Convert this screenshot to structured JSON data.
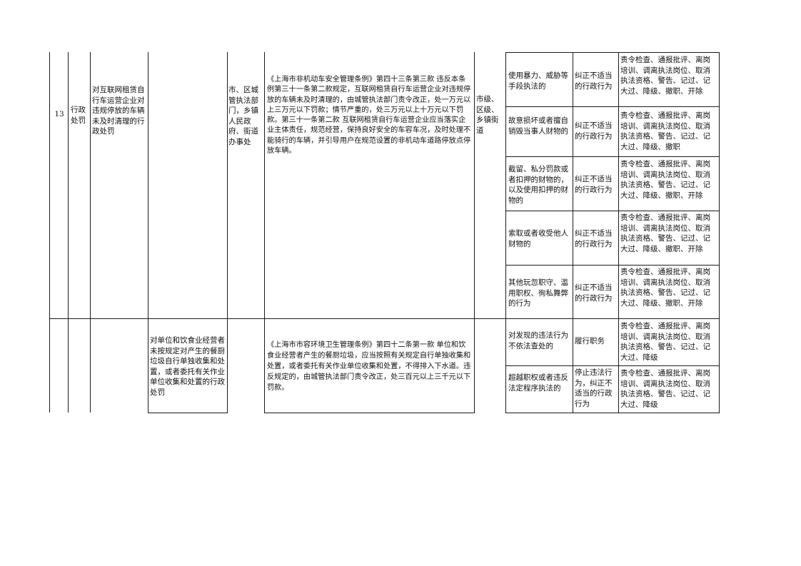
{
  "row13": {
    "number": "13",
    "category": "行政\n处罚",
    "item_name": "对互联网租赁自行车运营企业对违规停放的车辆未及时清理的行政处罚",
    "sub_item": "",
    "department": "市、区城管执法部门，乡镇人民政府、街道办事处",
    "legal_basis": "《上海市非机动车安全管理条例》第四十三条第三款 违反本条例第三十一条第二款规定，互联网租赁自行车运营企业对违规停放的车辆未及时清理的，由城管执法部门责令改正，处一万元以上三万元以下罚款；情节严重的，处三万元以上十万元以下罚款。第三十一条第二款 互联网租赁自行车运营企业应当落实企业主体责任，规范经营，保持良好安全的车容车况，及时处理不能骑行的车辆，并引导用户在规范设置的非机动车道路停放点停放车辆。",
    "level": "市级、区级、乡镇街道",
    "accountability": [
      {
        "situation": "使用暴力、威胁等手段执法的",
        "type": "纠正不适当的行政行为",
        "measures": "责令检查、通报批评、离岗培训、调离执法岗位、取消执法资格、警告、记过、记大过、降级、撤职、开除"
      },
      {
        "situation": "故意损坏或者擅自销毁当事人财物的",
        "type": "纠正不适当的行政行为",
        "measures": "责令检查、通报批评、离岗培训、调离执法岗位、取消执法资格、警告、记过、记大过、降级、撤职"
      },
      {
        "situation": "截留、私分罚款或者扣押的财物的，以及使用扣押的财物的",
        "type": "纠正不适当的行政行为",
        "measures": "责令检查、通报批评、离岗培训、调离执法岗位、取消执法资格、警告、记过、记大过、降级、撤职、开除"
      },
      {
        "situation": "索取或者收受他人财物的",
        "type": "纠正不适当的行政行为",
        "measures": "责令检查、通报批评、离岗培训、调离执法岗位、取消执法资格、警告、记过、记大过、降级、撤职、开除"
      },
      {
        "situation": "其他玩忽职守、滥用职权、徇私舞弊的行为",
        "type": "纠正不适当的行政行为",
        "measures": "责令检查、通报批评、离岗培训、调离执法岗位、取消执法资格、警告、记过、记大过、降级、撤职、开除"
      }
    ]
  },
  "row_next": {
    "sub_item": "对单位和饮食业经营者未按规定对产生的餐厨垃圾自行单独收集和处置，或者委托有关作业单位收集和处置的行政处罚",
    "legal_basis": "《上海市市容环境卫生管理条例》第四十二条第一款 单位和饮食业经营者产生的餐厨垃圾，应当按照有关规定自行单独收集和处置，或者委托有关作业单位收集和处置，不得排入下水道。违反规定的，由城管执法部门责令改正，处三百元以上三千元以下罚款。",
    "accountability": [
      {
        "situation": "对发现的违法行为不依法查处的",
        "type": "履行职务",
        "measures": "责令检查、通报批评、离岗培训、调离执法岗位、取消执法资格、警告、记过、记大过、降级"
      },
      {
        "situation": "超越职权或者违反法定程序执法的",
        "type": "停止违法行为，纠正不适当的行政行为",
        "measures": "责令检查、通报批评、离岗培训、调离执法岗位、取消执法资格、警告、记过、记大过、降级"
      }
    ]
  }
}
